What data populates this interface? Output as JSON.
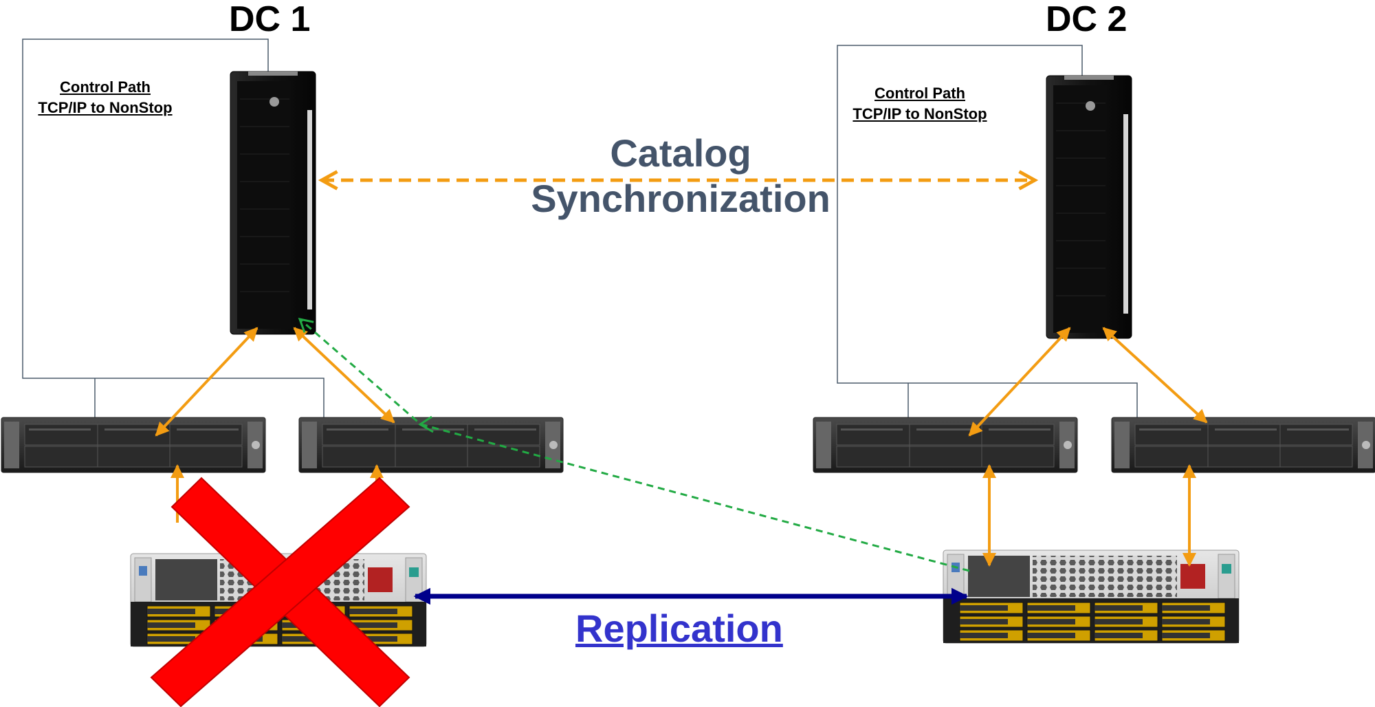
{
  "sites": [
    {
      "title": "DC 1",
      "control_path": [
        "Control Path",
        "TCP/IP to NonStop"
      ]
    },
    {
      "title": "DC 2",
      "control_path": [
        "Control Path",
        "TCP/IP to NonStop"
      ]
    }
  ],
  "links": {
    "catalog_sync": [
      "Catalog",
      "Synchronization"
    ],
    "replication": "Replication"
  },
  "status": {
    "dc1_storage": "failed"
  },
  "colors": {
    "data_path": "#f39c12",
    "catalog_sync": "#f39c12",
    "replication": "#00008b",
    "failover_path": "#22aa44",
    "control_line": "#4a5a6a",
    "label": "#44546a",
    "replication_label": "#3333cc",
    "failure_mark": "#ff0000"
  },
  "icons": {
    "nonstop_server": "rack-server-icon",
    "gateway": "rack-unit-icon",
    "storage": "storage-array-icon",
    "failure": "red-x-icon"
  }
}
